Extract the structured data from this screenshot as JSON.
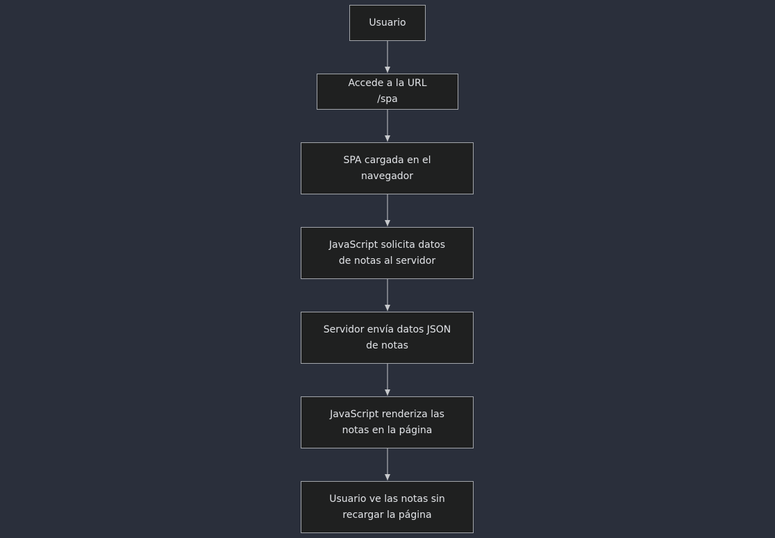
{
  "diagram": {
    "type": "flowchart",
    "direction": "top-to-bottom",
    "colors": {
      "background": "#2a2f3b",
      "node_fill": "#1f2020",
      "node_border": "#a3a6ab",
      "text": "#e2e4e8",
      "edge": "#c8cacd"
    },
    "nodes": [
      {
        "id": "n1",
        "label": "Usuario"
      },
      {
        "id": "n2",
        "label": "Accede a la URL /spa"
      },
      {
        "id": "n3",
        "label": "SPA cargada en el\nnavegador"
      },
      {
        "id": "n4",
        "label": "JavaScript solicita datos\nde notas al servidor"
      },
      {
        "id": "n5",
        "label": "Servidor envía datos JSON\nde notas"
      },
      {
        "id": "n6",
        "label": "JavaScript renderiza las\nnotas en la página"
      },
      {
        "id": "n7",
        "label": "Usuario ve las notas sin\nrecargar la página"
      }
    ],
    "edges": [
      {
        "from": "n1",
        "to": "n2"
      },
      {
        "from": "n2",
        "to": "n3"
      },
      {
        "from": "n3",
        "to": "n4"
      },
      {
        "from": "n4",
        "to": "n5"
      },
      {
        "from": "n5",
        "to": "n6"
      },
      {
        "from": "n6",
        "to": "n7"
      }
    ]
  }
}
